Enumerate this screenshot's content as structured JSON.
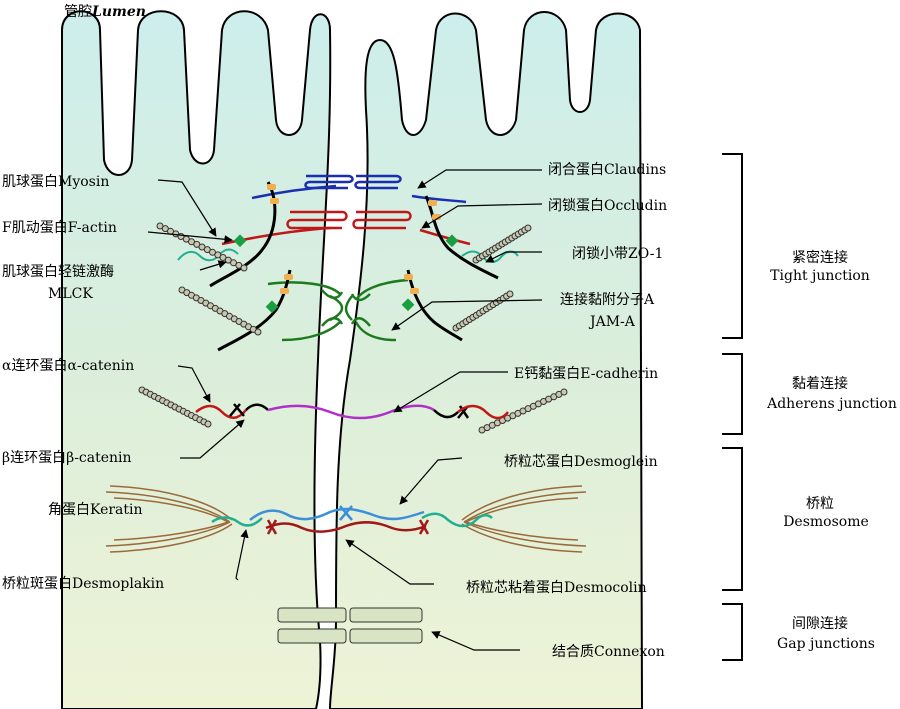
{
  "lumen": {
    "cn": "管腔",
    "en": "Lumen"
  },
  "labels_left": [
    {
      "cn": "肌球蛋白",
      "en": "Myosin"
    },
    {
      "cn": "F肌动蛋白",
      "en": "F-actin"
    },
    {
      "cn": "肌球蛋白轻链激酶",
      "en": "MLCK"
    },
    {
      "cn": "α连环蛋白",
      "en": "α-catenin"
    },
    {
      "cn": "β连环蛋白",
      "en": "β-catenin"
    },
    {
      "cn": "角蛋白",
      "en": "Keratin"
    },
    {
      "cn": "桥粒斑蛋白",
      "en": "Desmoplakin"
    }
  ],
  "labels_right": [
    {
      "cn": "闭合蛋白",
      "en": "Claudins"
    },
    {
      "cn": "闭锁蛋白",
      "en": "Occludin"
    },
    {
      "cn": "闭锁小带",
      "en": "ZO-1"
    },
    {
      "cn": "连接黏附分子A",
      "en": "JAM-A"
    },
    {
      "cn": "E钙黏蛋白",
      "en": "E-cadherin"
    },
    {
      "cn": "桥粒芯蛋白",
      "en": "Desmoglein"
    },
    {
      "cn": "桥粒芯粘着蛋白",
      "en": "Desmocolin"
    },
    {
      "cn": "结合质",
      "en": "Connexon"
    }
  ],
  "junctions": [
    {
      "cn": "紧密连接",
      "en": "Tight junction"
    },
    {
      "cn": "黏着连接",
      "en": "Adherens junction"
    },
    {
      "cn": "桥粒",
      "en": "Desmosome"
    },
    {
      "cn": "间隙连接",
      "en": "Gap junctions"
    }
  ],
  "colors": {
    "claudin": "#1a2fb0",
    "occludin": "#c01818",
    "jam": "#1e7a1e",
    "cadherin": "#b030c8",
    "desmoglein": "#3d8fd8",
    "desmocolin": "#a01818",
    "teal": "#20b090",
    "keratin": "#9a6a3a",
    "connexon": "#d8e4c4",
    "zo1": "#f0b050",
    "green_node": "#18a040"
  }
}
